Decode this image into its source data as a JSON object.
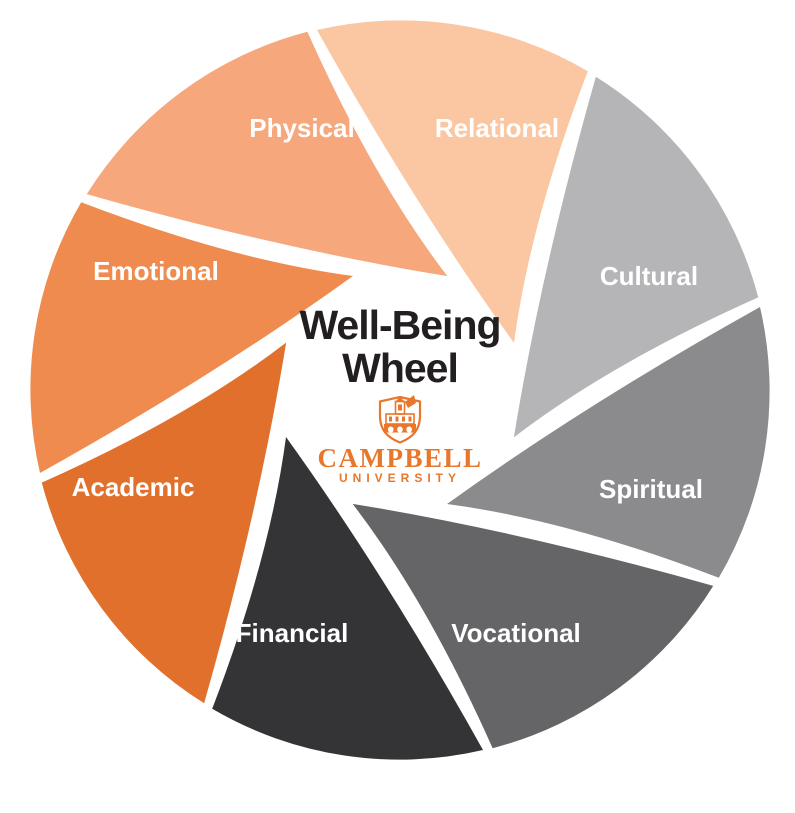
{
  "page": {
    "background": "#ffffff"
  },
  "wheel": {
    "type": "aperture-pinwheel",
    "center_title_line1": "Well-Being",
    "center_title_line2": "Wheel",
    "title_color": "#231F20",
    "label_color": "#ffffff",
    "gap_color": "#ffffff",
    "segments": [
      {
        "label": "Relational",
        "color": "#FBC7A2"
      },
      {
        "label": "Cultural",
        "color": "#B5B5B8"
      },
      {
        "label": "Spiritual",
        "color": "#8B8B8E"
      },
      {
        "label": "Vocational",
        "color": "#656568"
      },
      {
        "label": "Financial",
        "color": "#343437"
      },
      {
        "label": "Academic",
        "color": "#E0702B"
      },
      {
        "label": "Emotional",
        "color": "#EF8B4E"
      },
      {
        "label": "Physical",
        "color": "#F6A77B"
      }
    ]
  },
  "logo": {
    "institution": "CAMPBELL",
    "subtitle": "UNIVERSITY",
    "color": "#E8772B",
    "icon": "campbell-shield-icon"
  }
}
